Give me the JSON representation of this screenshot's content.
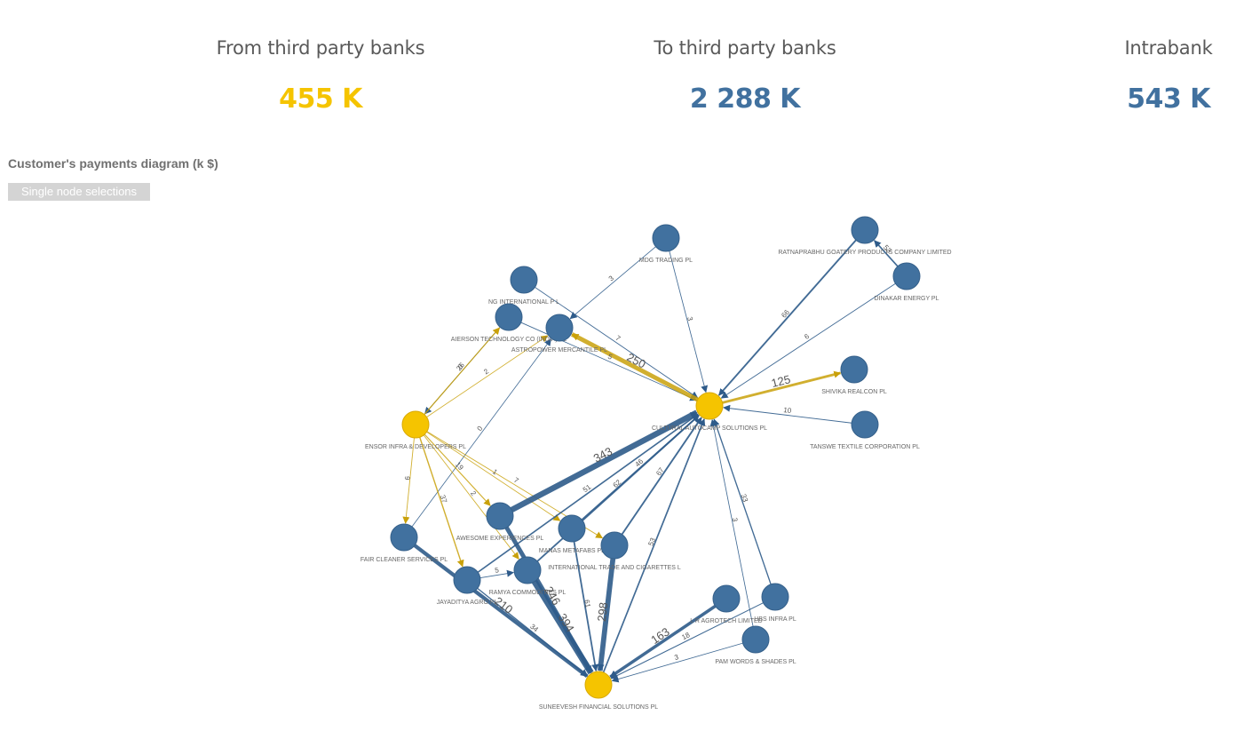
{
  "kpis": [
    {
      "label": "From third party banks",
      "value": "455 K",
      "color": "#f5c400"
    },
    {
      "label": "To third party banks",
      "value": "2 288 K",
      "color": "#41719f"
    },
    {
      "label": "Intrabank",
      "value": "543 K",
      "color": "#41719f"
    }
  ],
  "diagram": {
    "title": "Customer's payments diagram (k $)",
    "selection_button": "Single node selections",
    "colors": {
      "internal": "#41719f",
      "external": "#f5c400",
      "edge_internal": "#2e5b8a",
      "edge_external": "#c9a10a"
    },
    "nodes": [
      {
        "id": "mdg",
        "label": "MDG TRADING PL",
        "type": "internal"
      },
      {
        "id": "ratna",
        "label": "RATNAPRABHU GOATERY PRODUCTS COMPANY LIMITED",
        "type": "internal"
      },
      {
        "id": "dinakar",
        "label": "DINAKAR ENERGY PL",
        "type": "internal"
      },
      {
        "id": "ng",
        "label": "NG INTERNATIONAL P L",
        "type": "internal"
      },
      {
        "id": "aierson",
        "label": "AIERSON TECHNOLOGY CO (INDIA) PL",
        "type": "internal"
      },
      {
        "id": "astro",
        "label": "ASTROPOWER MERCANTILE PL",
        "type": "internal"
      },
      {
        "id": "shivika",
        "label": "SHIVIKA REALCON PL",
        "type": "internal"
      },
      {
        "id": "tanswe",
        "label": "TANSWE TEXTILE CORPORATION PL",
        "type": "internal"
      },
      {
        "id": "cult",
        "label": "CULTURAL AUTOCAMP SOLUTIONS PL",
        "type": "external"
      },
      {
        "id": "ensor",
        "label": "ENSOR INFRA & DEVELOPERS PL",
        "type": "external"
      },
      {
        "id": "awesome",
        "label": "AWESOME EXPERIENCES PL",
        "type": "internal"
      },
      {
        "id": "manas",
        "label": "MANAS METAFABS PL",
        "type": "internal"
      },
      {
        "id": "intl",
        "label": "INTERNATIONAL TRADE AND CIGARETTES L",
        "type": "internal"
      },
      {
        "id": "fair",
        "label": "FAIR CLEANER SERVICES PL",
        "type": "internal"
      },
      {
        "id": "ramya",
        "label": "RAMYA COMMODITIES PL",
        "type": "internal"
      },
      {
        "id": "jayaditya",
        "label": "JAYADITYA AGRO PL",
        "type": "internal"
      },
      {
        "id": "lr",
        "label": "L R AGROTECH LIMITED",
        "type": "internal"
      },
      {
        "id": "hbs",
        "label": "HBS INFRA PL",
        "type": "internal"
      },
      {
        "id": "pam",
        "label": "PAM WORDS & SHADES PL",
        "type": "internal"
      },
      {
        "id": "suneevesh",
        "label": "SUNEEVESH FINANCIAL SOLUTIONS PL",
        "type": "external"
      }
    ],
    "edges": [
      {
        "from": "ratna",
        "to": "cult",
        "value": "66",
        "kind": "internal"
      },
      {
        "from": "dinakar",
        "to": "ratna",
        "value": "53",
        "kind": "internal"
      },
      {
        "from": "dinakar",
        "to": "cult",
        "value": "6",
        "kind": "internal"
      },
      {
        "from": "mdg",
        "to": "cult",
        "value": "3",
        "kind": "internal"
      },
      {
        "from": "mdg",
        "to": "astro",
        "value": "3",
        "kind": "internal"
      },
      {
        "from": "ng",
        "to": "cult",
        "value": "7",
        "kind": "internal"
      },
      {
        "from": "aierson",
        "to": "cult",
        "value": "5",
        "kind": "internal"
      },
      {
        "from": "aierson",
        "to": "ensor",
        "value": "0",
        "kind": "internal"
      },
      {
        "from": "cult",
        "to": "astro",
        "value": "250",
        "kind": "external"
      },
      {
        "from": "cult",
        "to": "shivika",
        "value": "125",
        "kind": "external"
      },
      {
        "from": "tanswe",
        "to": "cult",
        "value": "10",
        "kind": "internal"
      },
      {
        "from": "ensor",
        "to": "aierson",
        "value": "26",
        "kind": "external"
      },
      {
        "from": "ensor",
        "to": "astro",
        "value": "2",
        "kind": "external"
      },
      {
        "from": "fair",
        "to": "astro",
        "value": "0",
        "kind": "internal"
      },
      {
        "from": "ensor",
        "to": "fair",
        "value": "6",
        "kind": "external"
      },
      {
        "from": "ensor",
        "to": "jayaditya",
        "value": "37",
        "kind": "external"
      },
      {
        "from": "ensor",
        "to": "awesome",
        "value": "19",
        "kind": "external"
      },
      {
        "from": "ensor",
        "to": "ramya",
        "value": "2",
        "kind": "external"
      },
      {
        "from": "ensor",
        "to": "intl",
        "value": "7",
        "kind": "external"
      },
      {
        "from": "ensor",
        "to": "manas",
        "value": "1",
        "kind": "external"
      },
      {
        "from": "awesome",
        "to": "cult",
        "value": "343",
        "kind": "internal"
      },
      {
        "from": "ramya",
        "to": "cult",
        "value": "62",
        "kind": "internal"
      },
      {
        "from": "jayaditya",
        "to": "cult",
        "value": "51",
        "kind": "internal"
      },
      {
        "from": "manas",
        "to": "cult",
        "value": "46",
        "kind": "internal"
      },
      {
        "from": "intl",
        "to": "cult",
        "value": "67",
        "kind": "internal"
      },
      {
        "from": "suneevesh",
        "to": "cult",
        "value": "53",
        "kind": "internal"
      },
      {
        "from": "pam",
        "to": "cult",
        "value": "3",
        "kind": "internal"
      },
      {
        "from": "hbs",
        "to": "cult",
        "value": "33",
        "kind": "internal"
      },
      {
        "from": "awesome",
        "to": "suneevesh",
        "value": "246",
        "kind": "internal"
      },
      {
        "from": "ramya",
        "to": "suneevesh",
        "value": "394",
        "kind": "internal"
      },
      {
        "from": "intl",
        "to": "suneevesh",
        "value": "298",
        "kind": "internal"
      },
      {
        "from": "manas",
        "to": "suneevesh",
        "value": "61",
        "kind": "internal"
      },
      {
        "from": "fair",
        "to": "suneevesh",
        "value": "210",
        "kind": "internal"
      },
      {
        "from": "jayaditya",
        "to": "suneevesh",
        "value": "34",
        "kind": "internal"
      },
      {
        "from": "jayaditya",
        "to": "ramya",
        "value": "5",
        "kind": "internal"
      },
      {
        "from": "lr",
        "to": "suneevesh",
        "value": "163",
        "kind": "internal"
      },
      {
        "from": "hbs",
        "to": "suneevesh",
        "value": "18",
        "kind": "internal"
      },
      {
        "from": "pam",
        "to": "suneevesh",
        "value": "3",
        "kind": "internal"
      }
    ]
  }
}
